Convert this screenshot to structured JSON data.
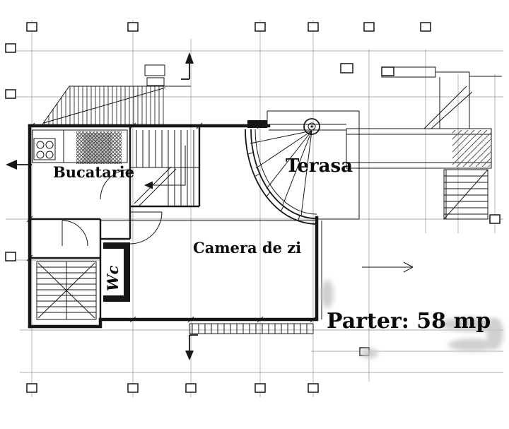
{
  "labels": {
    "kitchen": "Bucatarie",
    "terrace": "Terasa",
    "living_room": "Camera de zi",
    "wc": "Wc",
    "area": "Parter: 58 mp"
  },
  "colors": {
    "paper": "#ffffff",
    "ink": "#161616",
    "grid": "#4d4d4d",
    "smudge": "#c8c8c8"
  }
}
